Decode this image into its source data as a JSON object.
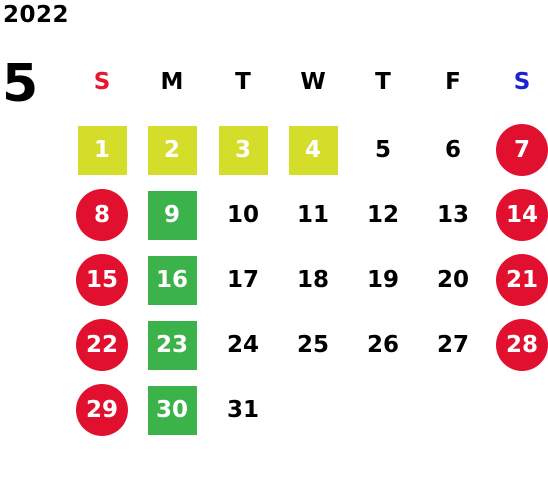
{
  "year": "2022",
  "month": "5",
  "colors": {
    "sunday_header": "#e8162e",
    "saturday_header": "#1a22d6",
    "weekend_circle": "#e1102e",
    "golden_week_box": "#d4dd2a",
    "highlight_box": "#3cb34a"
  },
  "weekdays": [
    "S",
    "M",
    "T",
    "W",
    "T",
    "F",
    "S"
  ],
  "weeks": [
    [
      {
        "d": "1",
        "t": "gw"
      },
      {
        "d": "2",
        "t": "gw"
      },
      {
        "d": "3",
        "t": "gw"
      },
      {
        "d": "4",
        "t": "gw"
      },
      {
        "d": "5",
        "t": ""
      },
      {
        "d": "6",
        "t": ""
      },
      {
        "d": "7",
        "t": "sat"
      }
    ],
    [
      {
        "d": "8",
        "t": "sun"
      },
      {
        "d": "9",
        "t": "sub"
      },
      {
        "d": "10",
        "t": ""
      },
      {
        "d": "11",
        "t": ""
      },
      {
        "d": "12",
        "t": ""
      },
      {
        "d": "13",
        "t": ""
      },
      {
        "d": "14",
        "t": "sat"
      }
    ],
    [
      {
        "d": "15",
        "t": "sun"
      },
      {
        "d": "16",
        "t": "sub"
      },
      {
        "d": "17",
        "t": ""
      },
      {
        "d": "18",
        "t": ""
      },
      {
        "d": "19",
        "t": ""
      },
      {
        "d": "20",
        "t": ""
      },
      {
        "d": "21",
        "t": "sat"
      }
    ],
    [
      {
        "d": "22",
        "t": "sun"
      },
      {
        "d": "23",
        "t": "sub"
      },
      {
        "d": "24",
        "t": ""
      },
      {
        "d": "25",
        "t": ""
      },
      {
        "d": "26",
        "t": ""
      },
      {
        "d": "27",
        "t": ""
      },
      {
        "d": "28",
        "t": "sat"
      }
    ],
    [
      {
        "d": "29",
        "t": "sun"
      },
      {
        "d": "30",
        "t": "sub"
      },
      {
        "d": "31",
        "t": ""
      }
    ]
  ]
}
